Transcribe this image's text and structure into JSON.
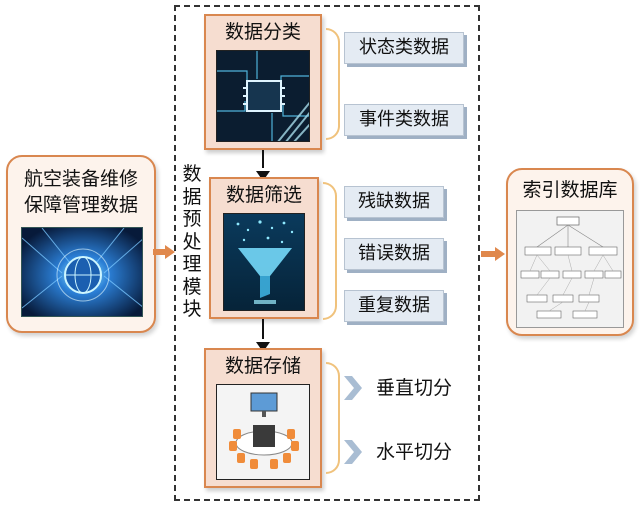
{
  "source": {
    "title_lines": [
      "航空装备维修",
      "保障管理数据"
    ]
  },
  "module": {
    "caption": "数据预处理模块"
  },
  "steps": [
    {
      "title": "数据分类",
      "items": [
        "状态类数据",
        "事件类数据"
      ],
      "style": "tag"
    },
    {
      "title": "数据筛选",
      "items": [
        "残缺数据",
        "错误数据",
        "重复数据"
      ],
      "style": "tag"
    },
    {
      "title": "数据存储",
      "items": [
        "垂直切分",
        "水平切分"
      ],
      "style": "chevron"
    }
  ],
  "target": {
    "title": "索引数据库"
  },
  "icons": {
    "ai_chip": "ai-chip-icon",
    "filter_funnel": "funnel-icon",
    "storage_meeting": "meeting-table-icon",
    "server_globe": "globe-icon",
    "chevron": "chevron-right-icon"
  },
  "colors": {
    "card_border": "#d9874f",
    "card_fill": "#f6ddd0",
    "bracket": "#f0c27c",
    "tag_fill": "#e4ebf3",
    "arrow_orange": "#e0884c",
    "chevron": "#a9bdd3"
  }
}
